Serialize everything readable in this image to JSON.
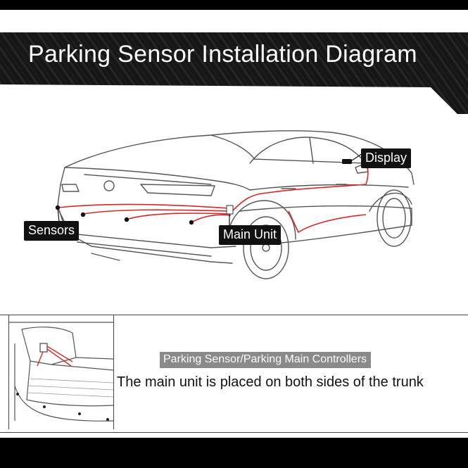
{
  "title": "Parking Sensor Installation Diagram",
  "callouts": {
    "display": "Display",
    "sensors": "Sensors",
    "main_unit": "Main Unit"
  },
  "caption": {
    "badge": "Parking Sensor/Parking Main Controllers",
    "text": "The main unit is placed on both sides of the trunk"
  },
  "colors": {
    "wire": "#d62828",
    "band": "#111111",
    "badge": "#8a8a8a"
  }
}
